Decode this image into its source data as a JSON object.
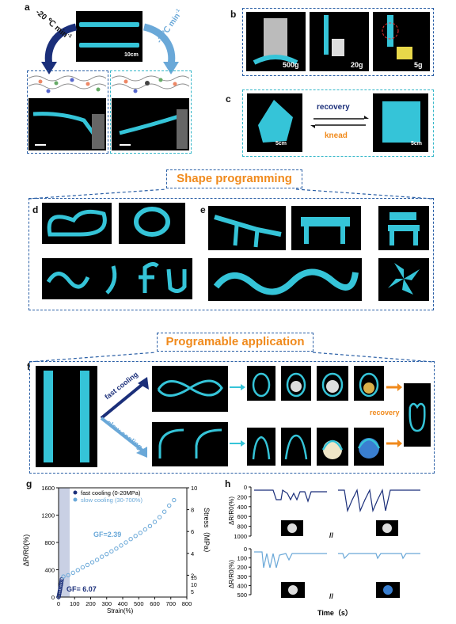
{
  "panels": {
    "a": "a",
    "b": "b",
    "c": "c",
    "d": "d",
    "e": "e",
    "f": "f",
    "g": "g",
    "h": "h"
  },
  "panel_a": {
    "rate_fast": "-20 ℃ min",
    "rate_fast_sup": "-1",
    "rate_slow": "-2 ℃ min",
    "rate_slow_sup": "-1",
    "scale": "10cm"
  },
  "panel_b": {
    "weights": [
      "500g",
      "20g",
      "5g"
    ]
  },
  "panel_c": {
    "recovery": "recovery",
    "knead": "knead",
    "scale_left": "5cm",
    "scale_right": "5cm"
  },
  "shape_programming": "Shape programming",
  "programmable_application": "Programable application",
  "panel_f": {
    "fast": "fast cooling",
    "slow": "slow cooling",
    "recovery": "recovery"
  },
  "colors": {
    "cyan": "#35c4d8",
    "navy": "#1b2f7a",
    "lightblue": "#6aa8d8",
    "orange": "#f08a1c",
    "frame": "#2a5fa6"
  },
  "chart_data": [
    {
      "type": "scatter",
      "panel": "g",
      "xlabel": "Strain(%)",
      "ylabel": "ΔR/R0(%)",
      "ylabel_right": "Stress（MPa）",
      "xlim": [
        0,
        800
      ],
      "ylim": [
        0,
        1600
      ],
      "ylim_right": [
        0,
        10
      ],
      "xticks": [
        "0",
        "100",
        "200",
        "300",
        "400",
        "500",
        "600",
        "700",
        "800"
      ],
      "yticks": [
        "0",
        "400",
        "800",
        "1200",
        "1600"
      ],
      "yticks_right": [
        "2",
        "4",
        "6",
        "8",
        "10"
      ],
      "yticks_right_small": [
        "5",
        "10",
        "15"
      ],
      "legend": [
        "fast  cooling  (0-20MPa)",
        "slow cooling  (30-700%)"
      ],
      "annotations": [
        "GF=2.39",
        "GF= 6.07"
      ],
      "series": [
        {
          "name": "fast  cooling  (0-20MPa)",
          "color": "#1b2f7a",
          "x": [
            0,
            2,
            4,
            6,
            8,
            10,
            12,
            14,
            16,
            18,
            20
          ],
          "y": [
            0,
            20,
            45,
            70,
            95,
            120,
            150,
            175,
            200,
            230,
            260
          ]
        },
        {
          "name": "slow cooling  (30-700%)",
          "color": "#6aa8d8",
          "x": [
            30,
            60,
            90,
            120,
            150,
            180,
            210,
            240,
            270,
            300,
            330,
            360,
            390,
            420,
            450,
            480,
            510,
            540,
            570,
            600,
            630,
            660,
            690,
            720
          ],
          "y": [
            300,
            320,
            355,
            395,
            435,
            470,
            510,
            545,
            590,
            630,
            670,
            710,
            755,
            800,
            850,
            895,
            940,
            990,
            1040,
            1100,
            1170,
            1250,
            1340,
            1420
          ]
        }
      ]
    },
    {
      "type": "line",
      "panel": "h",
      "xlabel": "Time（s）",
      "ylabel": "ΔR/R0(%)",
      "ylim": [
        1000,
        0
      ],
      "yticks": [
        "0",
        "200",
        "400",
        "600",
        "800",
        "1000"
      ],
      "color": "#1b2f7a"
    },
    {
      "type": "line",
      "panel": "h",
      "xlabel": "Time（s）",
      "ylabel": "ΔR/R0(%)",
      "ylim": [
        500,
        0
      ],
      "yticks": [
        "0",
        "100",
        "200",
        "300",
        "400",
        "500"
      ],
      "color": "#6aa8d8"
    }
  ]
}
